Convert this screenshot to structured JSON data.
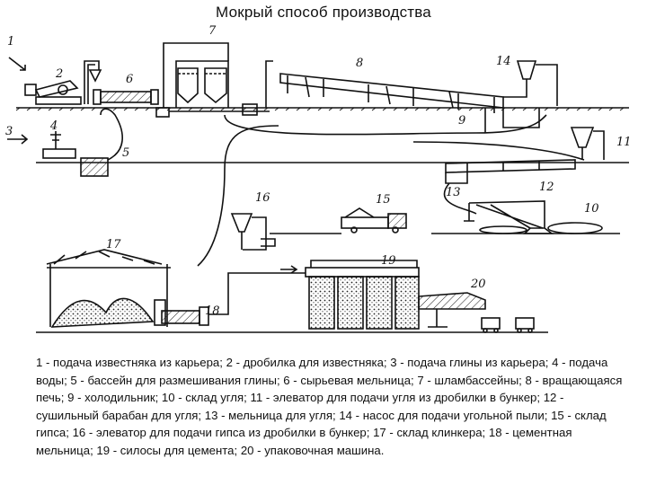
{
  "title": "Мокрый способ производства",
  "labels": {
    "n1": "1",
    "n2": "2",
    "n3": "3",
    "n4": "4",
    "n5": "5",
    "n6": "6",
    "n7": "7",
    "n8": "8",
    "n9": "9",
    "n10": "10",
    "n11": "11",
    "n12": "12",
    "n13": "13",
    "n14": "14",
    "n15": "15",
    "n16": "16",
    "n17": "17",
    "n18": "18",
    "n19": "19",
    "n20": "20"
  },
  "legend": "1 - подача известняка из карьера; 2 - дробилка для известняка; 3 - подача глины из карьера; 4 - подача воды; 5 - бассейн для размешивания глины; 6 - сырьевая мельница; 7 - шламбассейны; 8 - вращающаяся печь; 9 - холодильник; 10 - склад угля; 11 - элеватор для подачи угля из дробилки в бункер; 12 - сушильный барабан для угля; 13 - мельница для угля; 14 - насос для подачи угольной пыли; 15 - склад гипса; 16 - элеватор для подачи гипса из дробилки в бункер; 17 - склад клинкера; 18 - цементная мельница; 19 - силосы для цемента; 20 - упаковочная машина."
}
